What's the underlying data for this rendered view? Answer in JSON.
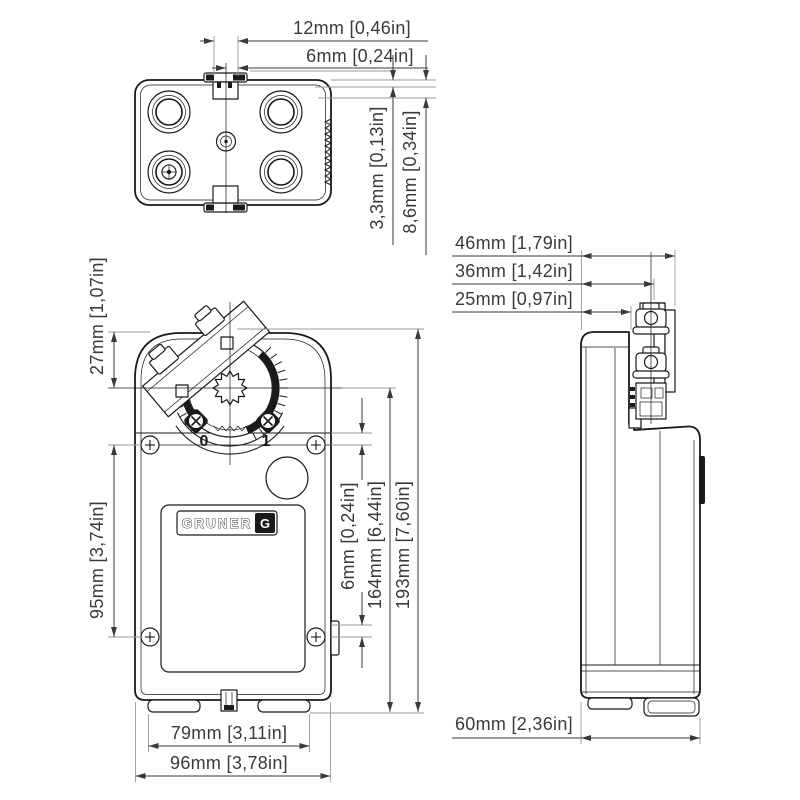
{
  "drawing": {
    "brand": "GRUNER",
    "emblem": "G",
    "scale": {
      "zero": "0",
      "one": "1"
    },
    "dimensions": {
      "top_slot_width": "12mm [0,46in]",
      "top_slot_half": "6mm [0,24in]",
      "top_depth_a": "3,3mm [0,13in]",
      "top_depth_b": "8,6mm [0,34in]",
      "clamp_depth_a": "46mm [1,79in]",
      "clamp_depth_b": "36mm [1,42in]",
      "clamp_depth_c": "25mm [0,97in]",
      "clamp_height": "27mm [1,07in]",
      "mount_hole_span": "95mm [3,74in]",
      "edge_offset": "6mm [0,24in]",
      "body_height": "164mm [6,44in]",
      "overall_height": "193mm [7,60in]",
      "feet_span": "79mm [3,11in]",
      "overall_width": "96mm [3,78in]",
      "overall_depth": "60mm [2,36in]"
    }
  },
  "colors": {
    "line": "#1a1a1a",
    "dim": "#3a3a3a",
    "ref": "#9a9a9a",
    "background": "#ffffff"
  }
}
